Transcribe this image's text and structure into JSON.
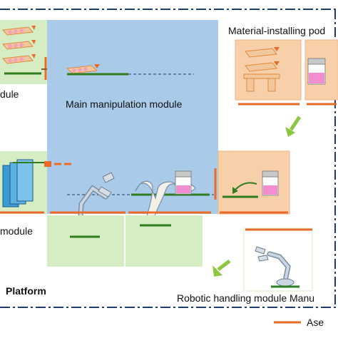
{
  "labels": {
    "main_module": "Main manipulation module",
    "material_installing": "Material-installing pod",
    "left_module_top": "dule",
    "left_module_bottom": "module",
    "platform": "Platform",
    "robotic_handling": "Robotic handling module  Manu",
    "legend_text": "Ase"
  },
  "colors": {
    "main_blue": "#a9cbe9",
    "panel_green": "#d6ecc2",
    "panel_orange": "#f7cfa8",
    "panel_orange_border": "#f3b580",
    "line_dark_green": "#2f7d1e",
    "line_orange": "#ea6a2a",
    "arrow_green": "#8dc63f",
    "dash_navy": "#1f3c6e"
  }
}
